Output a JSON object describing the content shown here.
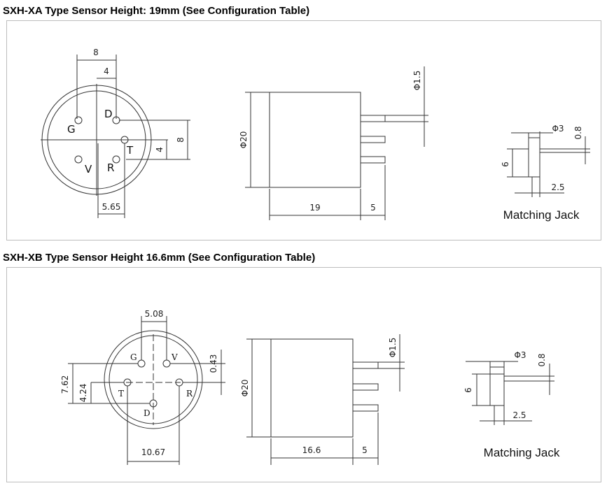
{
  "section_a": {
    "heading": "SXH-XA Type Sensor Height: 19mm (See Configuration Table)",
    "pins": [
      "G",
      "D",
      "T",
      "V",
      "R"
    ],
    "dims": {
      "top_8": "8",
      "top_4": "4",
      "right_4": "4",
      "right_8": "8",
      "bottom_565": "5.65",
      "diameter": "Φ20",
      "pin_diameter": "Φ1.5",
      "length": "19",
      "pin_length": "5"
    },
    "jack": {
      "caption": "Matching Jack",
      "d3": "Φ3",
      "d08": "0.8",
      "h6": "6",
      "w25": "2.5"
    }
  },
  "section_b": {
    "heading": "SXH-XB Type Sensor Height 16.6mm (See Configuration Table)",
    "pins": [
      "G",
      "V",
      "T",
      "R",
      "D"
    ],
    "dims": {
      "top_508": "5.08",
      "right_043": "0.43",
      "left_762": "7.62",
      "left_424": "4.24",
      "bottom_1067": "10.67",
      "diameter": "Φ20",
      "pin_diameter": "Φ1.5",
      "length": "16.6",
      "pin_length": "5"
    },
    "jack": {
      "caption": "Matching Jack",
      "d3": "Φ3",
      "d08": "0.8",
      "h6": "6",
      "w25": "2.5"
    }
  }
}
